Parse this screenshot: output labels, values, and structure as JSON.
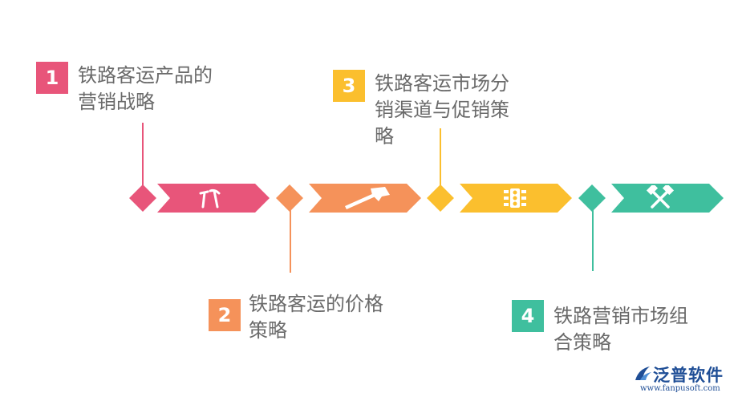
{
  "steps": [
    {
      "number": "1",
      "label": "铁路客运产品的营销战略",
      "color": "#e8557a"
    },
    {
      "number": "2",
      "label": "铁路客运的价格策略",
      "color": "#f5925a"
    },
    {
      "number": "3",
      "label": "铁路客运市场分销渠道与促销策略",
      "color": "#fbbf2e"
    },
    {
      "number": "4",
      "label": "铁路营销市场组合策略",
      "color": "#3fbf9e"
    }
  ],
  "icons": [
    "hammer-pick-icon",
    "hammer-icon",
    "traffic-light-icon",
    "crossed-hammers-icon"
  ],
  "brand": {
    "name": "泛普软件",
    "url": "www.fanpusoft.com",
    "color": "#1f4e96"
  }
}
